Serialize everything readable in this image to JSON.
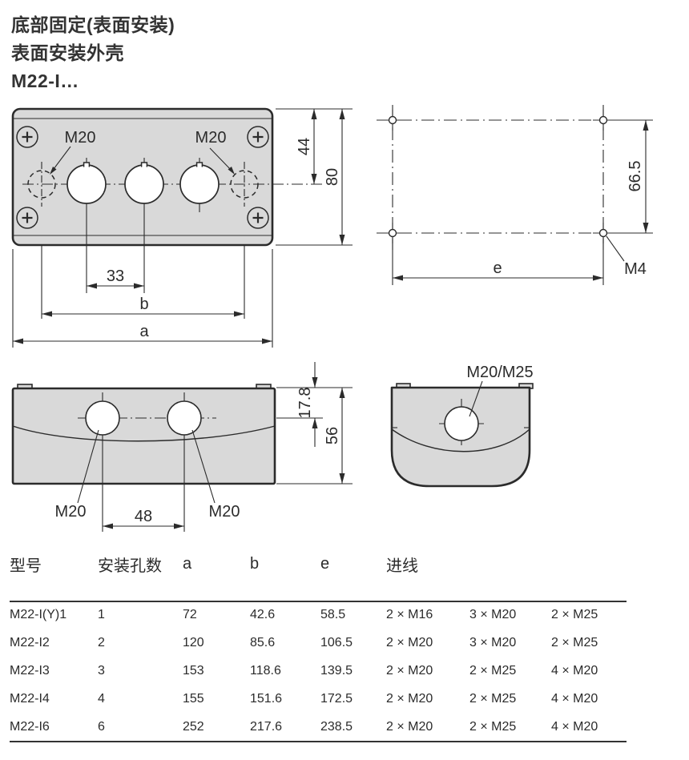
{
  "title": {
    "line1": "底部固定(表面安装)",
    "line2": "表面安装外壳",
    "line3": "M22-I…"
  },
  "front_view": {
    "knockout_left_label": "M20",
    "knockout_right_label": "M20",
    "dim_top_to_center": "44",
    "dim_height": "80",
    "dim_hole_pitch": "33",
    "dim_b": "b",
    "dim_a": "a"
  },
  "drill_pattern": {
    "dim_vertical_spacing": "66.5",
    "dim_e": "e",
    "screw_size": "M4"
  },
  "side_view": {
    "gland_left_label": "M20",
    "gland_right_label": "M20",
    "dim_top_to_center": "17.8",
    "dim_height": "56",
    "dim_gland_pitch": "48"
  },
  "end_view": {
    "gland_label": "M20/M25"
  },
  "table": {
    "headers": {
      "model": "型号",
      "holes": "安装孔数",
      "a": "a",
      "b": "b",
      "e": "e",
      "entries": "进线"
    },
    "rows": [
      {
        "model": "M22-I(Y)1",
        "holes": "1",
        "a": "72",
        "b": "42.6",
        "e": "58.5",
        "entry1": "2 × M16",
        "entry2": "3 × M20",
        "entry3": "2 × M25"
      },
      {
        "model": "M22-I2",
        "holes": "2",
        "a": "120",
        "b": "85.6",
        "e": "106.5",
        "entry1": "2 × M20",
        "entry2": "3 × M20",
        "entry3": "2 × M25"
      },
      {
        "model": "M22-I3",
        "holes": "3",
        "a": "153",
        "b": "118.6",
        "e": "139.5",
        "entry1": "2 × M20",
        "entry2": "2 × M25",
        "entry3": "4 × M20"
      },
      {
        "model": "M22-I4",
        "holes": "4",
        "a": "155",
        "b": "151.6",
        "e": "172.5",
        "entry1": "2 × M20",
        "entry2": "2 × M25",
        "entry3": "4 × M20"
      },
      {
        "model": "M22-I6",
        "holes": "6",
        "a": "252",
        "b": "217.6",
        "e": "238.5",
        "entry1": "2 × M20",
        "entry2": "2 × M25",
        "entry3": "4 × M20"
      }
    ]
  },
  "colors": {
    "line": "#2b2b2b",
    "enclosure_fill": "#d9d9d9",
    "background": "#ffffff",
    "text": "#2b2b2b"
  }
}
